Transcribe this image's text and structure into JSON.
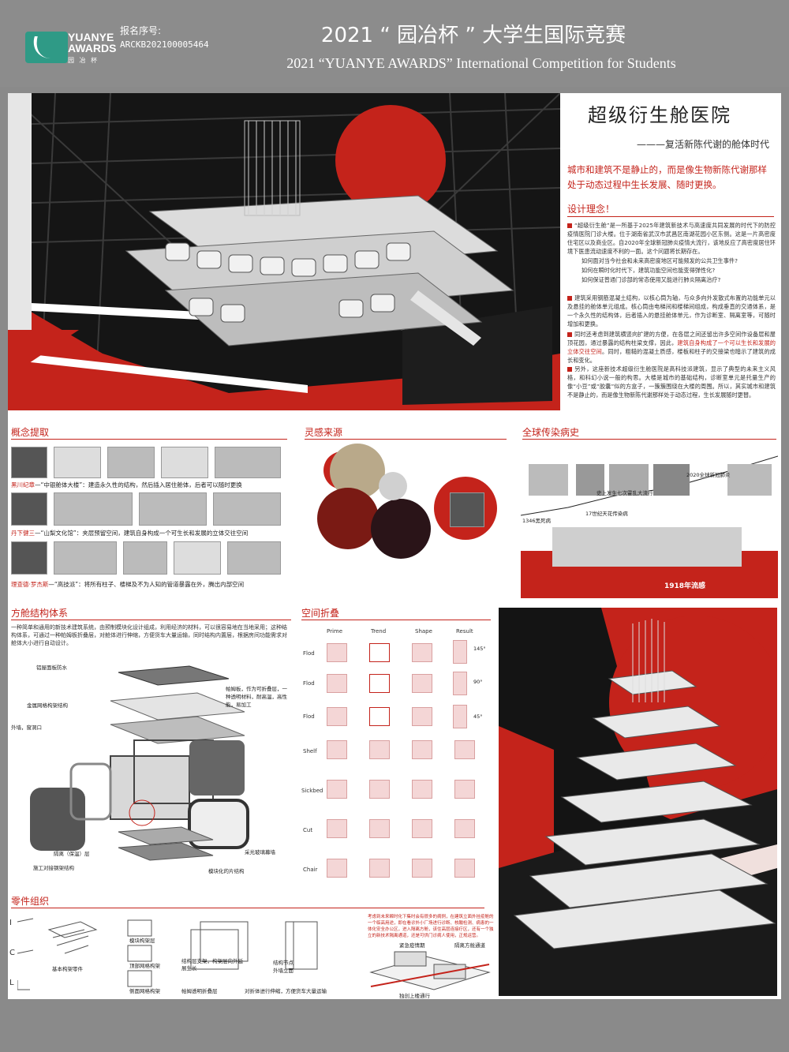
{
  "header": {
    "logo_text": "YUANYE\nAWARDS",
    "logo_sub": "园 冶 杯",
    "reg_label": "报名序号:",
    "reg_no": "ARCKB202100005464",
    "title_cn": "2021 “ 园冶杯 ” 大学生国际竞赛",
    "title_en": "2021 “YUANYE AWARDS” International Competition for  Students"
  },
  "project": {
    "title": "超级衍生舱医院",
    "subtitle": "———复活新陈代谢的舱体时代",
    "statement": "城市和建筑不是静止的，而是像生物新陈代谢那样处于动态过程中生长发展、随时更换。",
    "design_heading": "设计理念！",
    "p1": "“超级衍生舱”是一所基于2025年建筑新技术与高速度共同发展的时代下的防控疫情医院门诊大楼。位于湖南省武汉市武昌区南湖花园小区东侧。这是一片高密度住宅区以及商业区。自2020年全球新冠肺炎疫情大流行，该地反应了高密度居住环境下医患流动速度不利的一面。这个问题将长期存在。",
    "q1": "如何面对当今社会和未来高密度地区可能频发的公共卫生事件?",
    "q2": "如何在瞬时化时代下，建筑功能空间也能变得弹性化?",
    "q3": "如何保证普通门诊部的常态使用又能进行肺炎隔离治疗?",
    "p2": "建筑采用钢筋混凝土结构，以核心筒为轴，与众多向外发散式布置的功能单元以及悬挂的舱体单元组成。核心筒由电梯间和楼梯间组成，构成垂直的交通体系，是一个永久性的结构体，后者插入的悬挂舱体单元，作为诊断室、隔离室等，可随时增加和更换。",
    "p3a": "同时还考虑到建筑横竖向扩建的方便，在各层之间还留出许多空间作设备层和屋顶花园，通过暴露的结构柱梁支撑，因此，",
    "p3red": "建筑自身构成了一个可以生长和发展的立体交往空间",
    "p3b": "。同时，粗糙的混凝土质感，楼板和柱子的交接梁也暗示了建筑的成长和变化。",
    "p4": "另外，这座新技术超级衍生舱医院是高科技派建筑，显示了典型的未来主义风格，和科幻小说一般的构思。大楼是城市的基础结构，诊断室单元是托量生产的像“小豆”或“胶囊”似的方盒子，一簇簇围绕在大楼的周围。所以，其实城市和建筑不是静止的，而是像生物新陈代谢那样处于动态过程，生长发展随时更替。"
  },
  "concept": {
    "heading": "概念提取",
    "c1_name": "黑川纪章",
    "c1_text": "—“中银舱体大楼”：建造永久性的结构，然后插入居住舱体，后者可以随时更换",
    "c2_name": "丹下健三",
    "c2_text": "—“山梨文化馆”：夹层预留空间，建筑自身构成一个可生长和发展的立体交往空间",
    "c3_name": "理查德·罗杰斯",
    "c3_text": "—“高技派”：将所有柱子、楼梯及不为人知的管道暴露在外，腾出内部空间"
  },
  "inspiration": {
    "heading": "灵感来源"
  },
  "history": {
    "heading": "全球传染病史",
    "labels": [
      "1346黑死病",
      "17世纪天花传染病",
      "史上发生七次霍乱大流行",
      "2020全球新冠肺炎"
    ],
    "banner": "1918年流感"
  },
  "modular": {
    "heading": "方舱结构体系",
    "desc": "一种简单和通用的新技术建筑系统，由预制模块化设计组成，利用经济的材料，可以很容易地在当地采用；这种结构体系，可通过一种帕姆板折叠层，对舱体进行伸缩，方便货车大量运输，同时结构内置层，根据房间功能需求对舱体大小进行自动设计。",
    "labels": {
      "roof": "铝屋面板防水",
      "steel": "金属网格构架结构",
      "fold": "帕姆板，作为可折叠层，一种透明材料，耐高温，高性能，易加工",
      "wall": "外墙，窗洞口",
      "iso": "隔离（保温）层",
      "base": "施工对接钢架结构",
      "glass": "采光玻璃幕墙",
      "module": "模块化的片结构"
    }
  },
  "folding": {
    "heading": "空间折叠",
    "cols": [
      "Prime",
      "Trend",
      "Shape",
      "Result"
    ],
    "rows": [
      "Flod",
      "Flod",
      "Flod",
      "Shelf",
      "Sickbed",
      "Cut",
      "Chair"
    ],
    "angles": [
      "145°",
      "90°",
      "45°"
    ]
  },
  "parts": {
    "heading": "零件组织",
    "rows": [
      "I",
      "C",
      "L"
    ],
    "labels": [
      "模块构架层",
      "顶部网格构架",
      "侧面网格构架",
      "基本构架零件",
      "结构层支架，构架层向外延展生长",
      "帕姆透明折叠层",
      "对折体进行伸缩，方便货车大量运输",
      "结构节点",
      "外墙立面"
    ],
    "note": "考虑到未来瞬时化下集时会有很多的病例，在建筑立面外挂疫舱的一个临高用途，即在看诊外小厂场进行诊断、核酸检测、病患的一体化安全办公区，进入隔离方舱，该住高层连接疗区，还有一个独立的新技术隔离通道，还是可供门诊病人使用，正规运营。",
    "diagram_labels": [
      "紧急疫情期",
      "隔离方舱通道",
      "独创上楼通行"
    ]
  }
}
